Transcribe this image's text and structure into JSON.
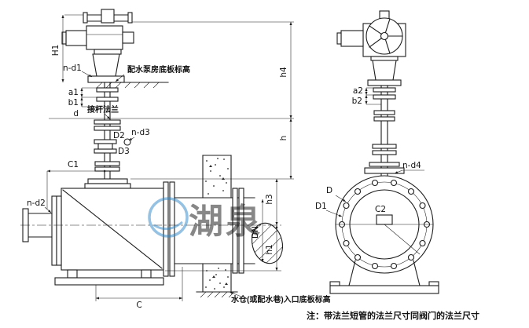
{
  "dims": {
    "H1": "H1",
    "n_d1": "n-d1",
    "a1": "a1",
    "b1": "b1",
    "d": "d",
    "D2": "D2",
    "n_d3": "n-d3",
    "D3": "D3",
    "C1": "C1",
    "n_d2": "n-d2",
    "C": "C",
    "DN": "DN",
    "h4": "h4",
    "h": "h",
    "h3": "h3",
    "h1": "h1",
    "a2": "a2",
    "b2": "b2",
    "n_d4": "n-d4",
    "D": "D",
    "D1": "D1",
    "C2": "C2"
  },
  "annotations": {
    "pump_room_floor": "配水泵房底板标高",
    "stem_flange": "接杆法兰",
    "sump_inlet_floor": "水仓(或配水巷)入口底板标高",
    "note": "注：带法兰短管的法兰尺寸同阀门的法兰尺寸"
  },
  "watermark": {
    "text": "湖泉",
    "color": "#2e86c8"
  },
  "colors": {
    "line": "#1c1c1c",
    "background": "#ffffff"
  }
}
